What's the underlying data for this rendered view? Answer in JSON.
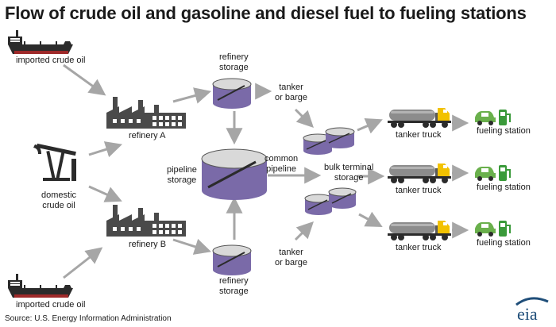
{
  "title": "Flow of crude oil and gasoline and diesel fuel to fueling stations",
  "labels": {
    "imported_top": "imported crude oil",
    "imported_bottom": "imported crude oil",
    "domestic_line1": "domestic",
    "domestic_line2": "crude oil",
    "refinery_a": "refinery A",
    "refinery_b": "refinery B",
    "refinery_storage_top_1": "refinery",
    "refinery_storage_top_2": "storage",
    "refinery_storage_bottom_1": "refinery",
    "refinery_storage_bottom_2": "storage",
    "pipeline_storage_1": "pipeline",
    "pipeline_storage_2": "storage",
    "tanker_top_1": "tanker",
    "tanker_top_2": "or barge",
    "tanker_bottom_1": "tanker",
    "tanker_bottom_2": "or barge",
    "common_pipeline_1": "common",
    "common_pipeline_2": "pipeline",
    "bulk_terminal_1": "bulk terminal",
    "bulk_terminal_2": "storage",
    "truck_1": "tanker truck",
    "truck_2": "tanker truck",
    "truck_3": "tanker truck",
    "station_1": "fueling station",
    "station_2": "fueling station",
    "station_3": "fueling station"
  },
  "source": "Source: U.S. Energy Information Administration",
  "logo": "eia",
  "colors": {
    "ship_hull": "#2b2b2b",
    "ship_hull_band": "#9e2a2a",
    "factory": "#4a4a4a",
    "tank_purple": "#7a6aa8",
    "tank_top": "#d9d9d9",
    "arrow": "#a6a6a6",
    "truck_tank": "#8c8c8c",
    "truck_cab": "#f2c200",
    "car": "#6ab04c",
    "pump": "#3a9a3a",
    "logo": "#1f4e79"
  }
}
